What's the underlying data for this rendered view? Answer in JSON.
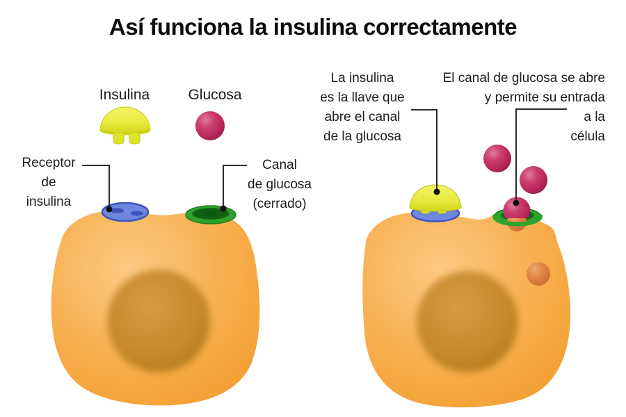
{
  "title": "Así funciona la insulina correctamente",
  "legend": {
    "insulin": "Insulina",
    "glucose": "Glucosa"
  },
  "annotations": {
    "receptor": {
      "lines": [
        "Receptor",
        "de",
        "insulina"
      ]
    },
    "closed_channel": {
      "lines": [
        "Canal",
        "de glucosa",
        "(cerrado)"
      ]
    },
    "insulin_key": {
      "lines": [
        "La insulina",
        "es la llave que",
        "abre el canal",
        "de la glucosa"
      ]
    },
    "open_channel": {
      "lines": [
        "El canal de glucosa se abre",
        "y permite su entrada",
        "a la",
        "célula"
      ]
    }
  },
  "palette": {
    "cell_body": "#f6ad4a",
    "cell_highlight": "#fcca84",
    "cell_shadow": "#ef9a2b",
    "nucleus": "#c98a2c",
    "insulin_yellow": "#e7e93b",
    "glucose_magenta": "#c22960",
    "glucose_inside_orange": "#dd8343",
    "receptor_blue": "#6d87de",
    "receptor_blue_dark": "#3c54ba",
    "channel_green": "#2da32d",
    "channel_green_dark": "#0d5511",
    "connector": "#2b2b2b",
    "text": "#1c1c1c",
    "background": "#ffffff"
  }
}
